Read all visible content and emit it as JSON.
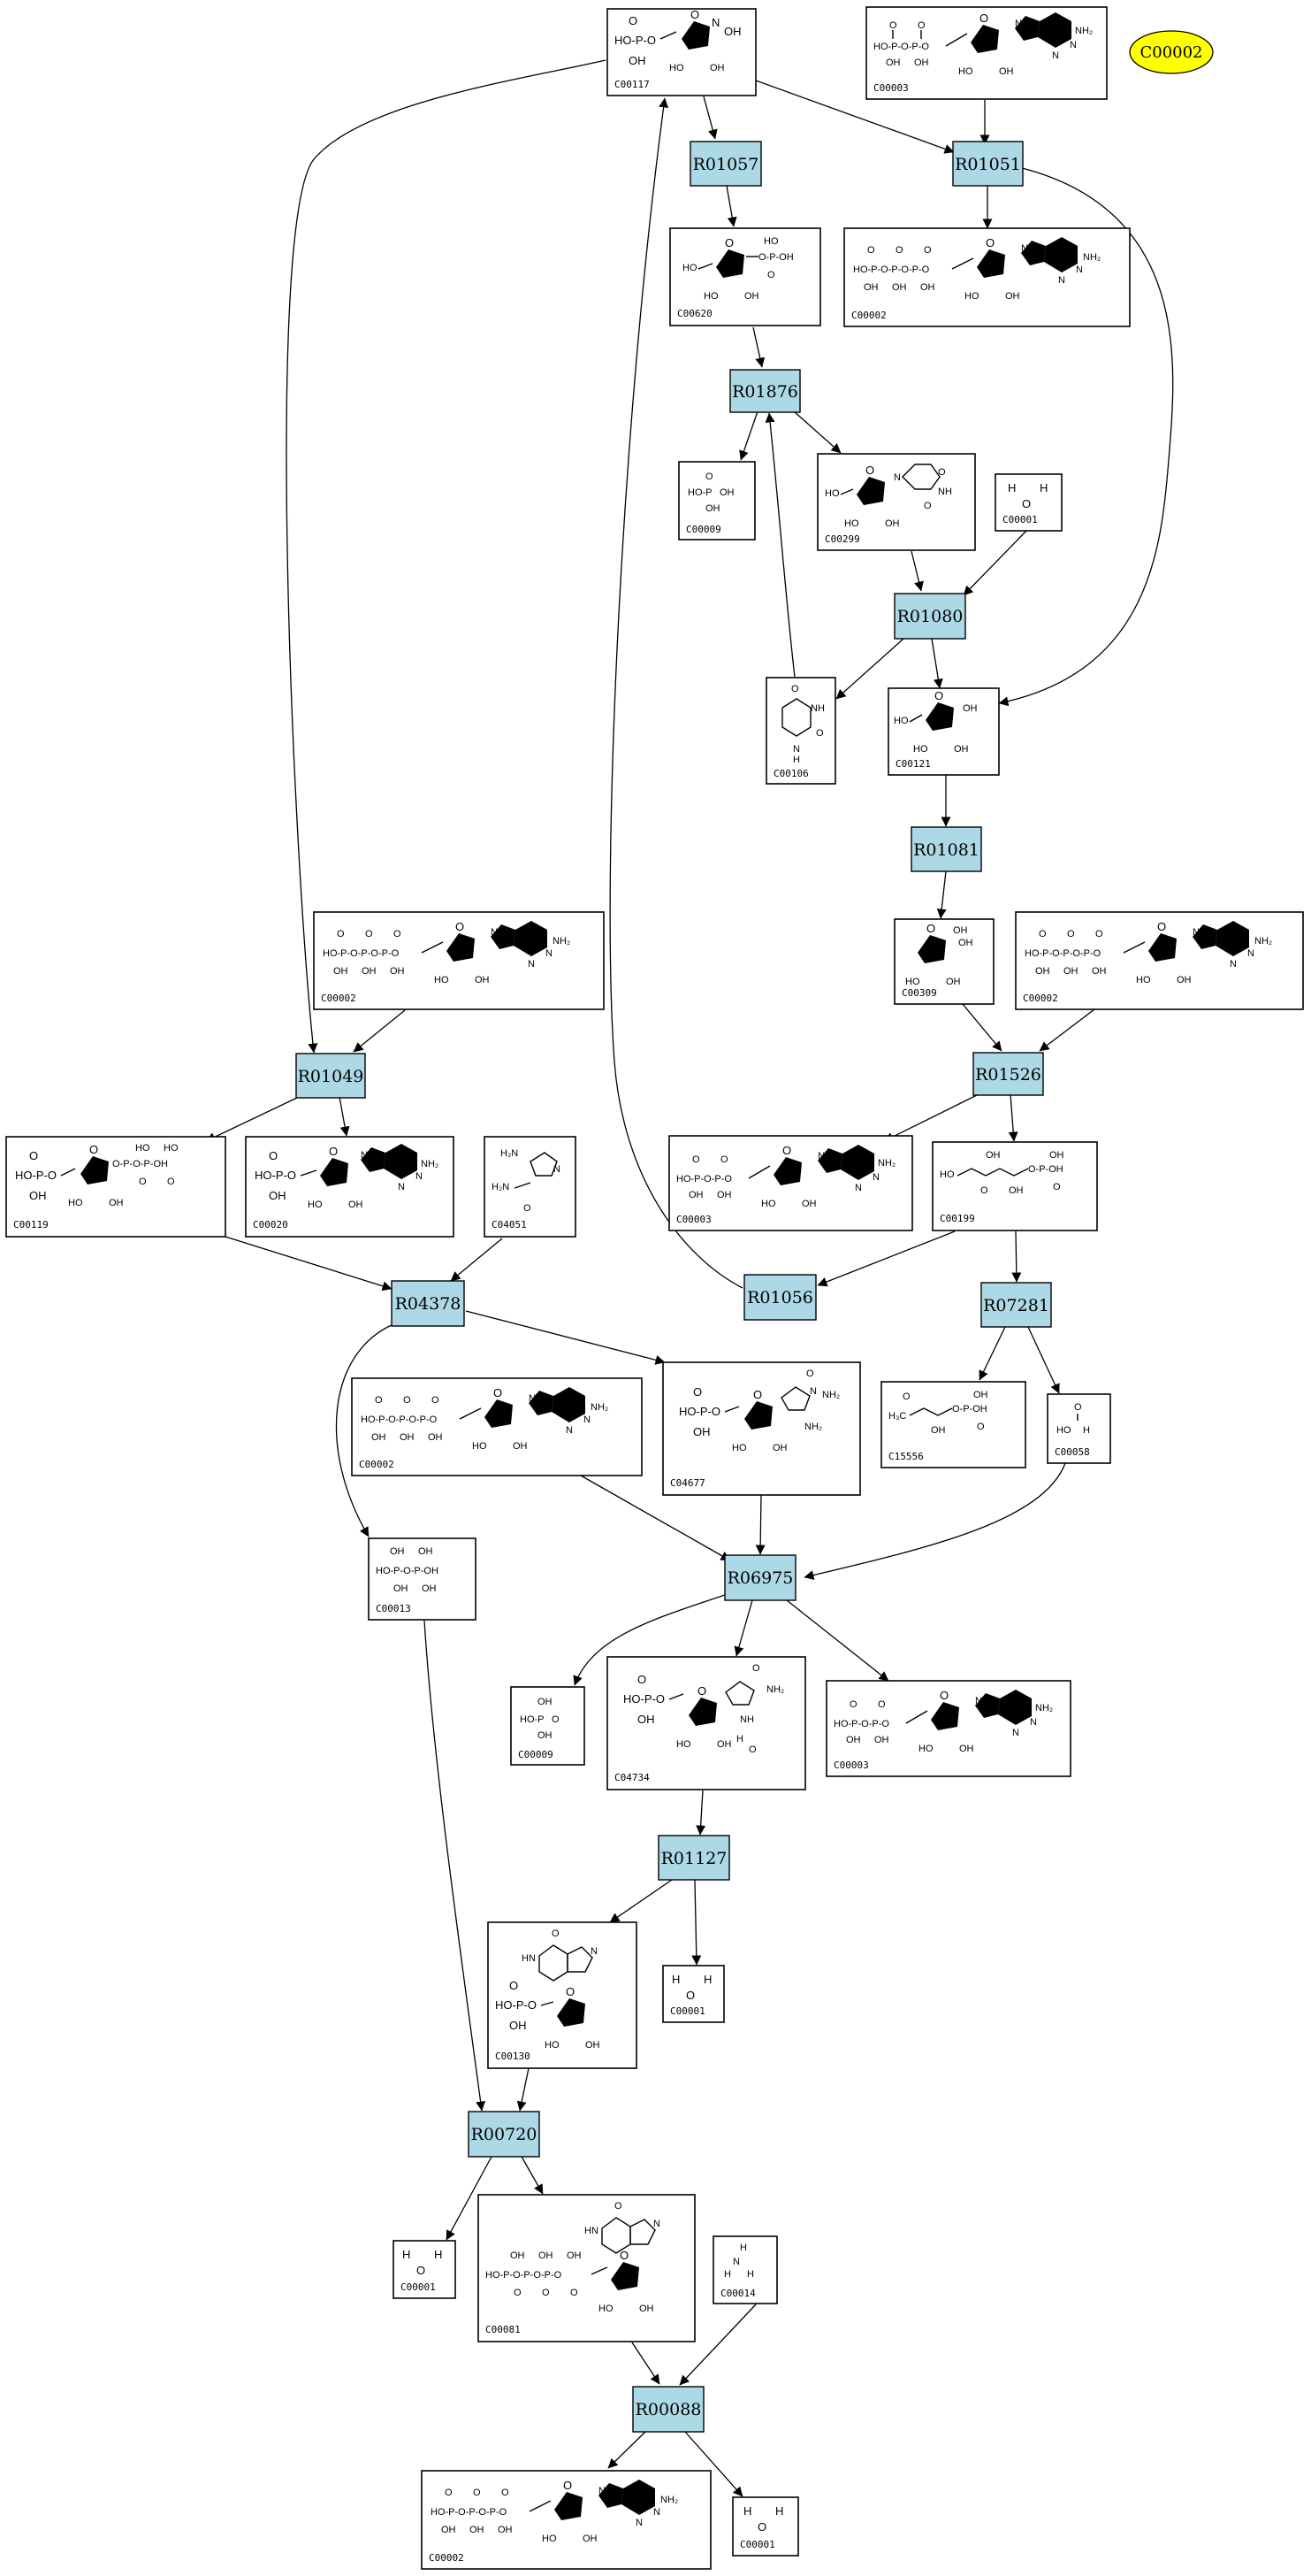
{
  "legend_node": {
    "label": "C00002",
    "color": "#ffff00"
  },
  "colors": {
    "reaction_fill": "#add8e6",
    "compound_fill": "#ffffff",
    "stroke": "#000000"
  },
  "reactions": [
    {
      "id": "R01057",
      "label": "R01057"
    },
    {
      "id": "R01051",
      "label": "R01051"
    },
    {
      "id": "R01876",
      "label": "R01876"
    },
    {
      "id": "R01080",
      "label": "R01080"
    },
    {
      "id": "R01081",
      "label": "R01081"
    },
    {
      "id": "R01049",
      "label": "R01049"
    },
    {
      "id": "R01526",
      "label": "R01526"
    },
    {
      "id": "R04378",
      "label": "R04378"
    },
    {
      "id": "R01056",
      "label": "R01056"
    },
    {
      "id": "R07281",
      "label": "R07281"
    },
    {
      "id": "R06975",
      "label": "R06975"
    },
    {
      "id": "R01127",
      "label": "R01127"
    },
    {
      "id": "R00720",
      "label": "R00720"
    },
    {
      "id": "R00088",
      "label": "R00088"
    }
  ],
  "compounds": [
    {
      "id": "n_c00117",
      "label": "C00117",
      "structure": "ribose-5-phosphate"
    },
    {
      "id": "n_c00003a",
      "label": "C00003",
      "structure": "nucleotide-2P"
    },
    {
      "id": "n_c00620",
      "label": "C00620",
      "structure": "ribose-1-phosphate"
    },
    {
      "id": "n_c00002a",
      "label": "C00002",
      "structure": "nucleotide-3P"
    },
    {
      "id": "n_c00009a",
      "label": "C00009",
      "structure": "phosphate"
    },
    {
      "id": "n_c00299",
      "label": "C00299",
      "structure": "uridine"
    },
    {
      "id": "n_c00001a",
      "label": "C00001",
      "structure": "water"
    },
    {
      "id": "n_c00106",
      "label": "C00106",
      "structure": "uracil"
    },
    {
      "id": "n_c00121",
      "label": "C00121",
      "structure": "ribose"
    },
    {
      "id": "n_c00002b",
      "label": "C00002",
      "structure": "nucleotide-3P"
    },
    {
      "id": "n_c00309",
      "label": "C00309",
      "structure": "ribulose"
    },
    {
      "id": "n_c00002c",
      "label": "C00002",
      "structure": "nucleotide-3P"
    },
    {
      "id": "n_c00119",
      "label": "C00119",
      "structure": "prpp"
    },
    {
      "id": "n_c00020",
      "label": "C00020",
      "structure": "nucleotide-1P"
    },
    {
      "id": "n_c04051",
      "label": "C04051",
      "structure": "aminoimidazole-carboxamide"
    },
    {
      "id": "n_c00003b",
      "label": "C00003",
      "structure": "nucleotide-2P"
    },
    {
      "id": "n_c00199",
      "label": "C00199",
      "structure": "ribulose-5-phosphate"
    },
    {
      "id": "n_c00002d",
      "label": "C00002",
      "structure": "nucleotide-3P"
    },
    {
      "id": "n_c04677",
      "label": "C04677",
      "structure": "aicar"
    },
    {
      "id": "n_c15556",
      "label": "C15556",
      "structure": "hydroxy-oxobutyl-phosphate"
    },
    {
      "id": "n_c00058",
      "label": "C00058",
      "structure": "formate"
    },
    {
      "id": "n_c00013",
      "label": "C00013",
      "structure": "diphosphate"
    },
    {
      "id": "n_c00009b",
      "label": "C00009",
      "structure": "phosphate"
    },
    {
      "id": "n_c04734",
      "label": "C04734",
      "structure": "faicar"
    },
    {
      "id": "n_c00003c",
      "label": "C00003",
      "structure": "nucleotide-2P"
    },
    {
      "id": "n_c00130",
      "label": "C00130",
      "structure": "imp"
    },
    {
      "id": "n_c00001b",
      "label": "C00001",
      "structure": "water"
    },
    {
      "id": "n_c00001c",
      "label": "C00001",
      "structure": "water"
    },
    {
      "id": "n_c00081",
      "label": "C00081",
      "structure": "itp"
    },
    {
      "id": "n_c00014",
      "label": "C00014",
      "structure": "ammonia"
    },
    {
      "id": "n_c00002e",
      "label": "C00002",
      "structure": "nucleotide-3P"
    },
    {
      "id": "n_c00001d",
      "label": "C00001",
      "structure": "water"
    }
  ],
  "edges": [
    {
      "from": "n_c00117",
      "to": "R01057"
    },
    {
      "from": "n_c00117",
      "to": "R01051"
    },
    {
      "from": "n_c00003a",
      "to": "R01051"
    },
    {
      "from": "R01051",
      "to": "n_c00002a"
    },
    {
      "from": "R01051",
      "to": "n_c00121"
    },
    {
      "from": "n_c00117",
      "to": "R01049"
    },
    {
      "from": "R01057",
      "to": "n_c00620"
    },
    {
      "from": "n_c00620",
      "to": "R01876"
    },
    {
      "from": "R01876",
      "to": "n_c00009a"
    },
    {
      "from": "R01876",
      "to": "n_c00299"
    },
    {
      "from": "n_c00106",
      "to": "R01876"
    },
    {
      "from": "n_c00299",
      "to": "R01080"
    },
    {
      "from": "n_c00001a",
      "to": "R01080"
    },
    {
      "from": "R01080",
      "to": "n_c00106"
    },
    {
      "from": "R01080",
      "to": "n_c00121"
    },
    {
      "from": "n_c00121",
      "to": "R01081"
    },
    {
      "from": "R01081",
      "to": "n_c00309"
    },
    {
      "from": "n_c00309",
      "to": "R01526"
    },
    {
      "from": "n_c00002c",
      "to": "R01526"
    },
    {
      "from": "R01526",
      "to": "n_c00003b"
    },
    {
      "from": "R01526",
      "to": "n_c00199"
    },
    {
      "from": "n_c00199",
      "to": "R01056"
    },
    {
      "from": "R01056",
      "to": "n_c00117"
    },
    {
      "from": "n_c00199",
      "to": "R07281"
    },
    {
      "from": "R07281",
      "to": "n_c15556"
    },
    {
      "from": "R07281",
      "to": "n_c00058"
    },
    {
      "from": "n_c00002b",
      "to": "R01049"
    },
    {
      "from": "R01049",
      "to": "n_c00119"
    },
    {
      "from": "R01049",
      "to": "n_c00020"
    },
    {
      "from": "n_c00119",
      "to": "R04378"
    },
    {
      "from": "n_c04051",
      "to": "R04378"
    },
    {
      "from": "R04378",
      "to": "n_c04677"
    },
    {
      "from": "R04378",
      "to": "n_c00013"
    },
    {
      "from": "n_c00002d",
      "to": "R06975"
    },
    {
      "from": "n_c04677",
      "to": "R06975"
    },
    {
      "from": "n_c00058",
      "to": "R06975"
    },
    {
      "from": "R06975",
      "to": "n_c00009b"
    },
    {
      "from": "R06975",
      "to": "n_c04734"
    },
    {
      "from": "R06975",
      "to": "n_c00003c"
    },
    {
      "from": "n_c04734",
      "to": "R01127"
    },
    {
      "from": "R01127",
      "to": "n_c00130"
    },
    {
      "from": "R01127",
      "to": "n_c00001b"
    },
    {
      "from": "n_c00130",
      "to": "R00720"
    },
    {
      "from": "n_c00013",
      "to": "R00720"
    },
    {
      "from": "R00720",
      "to": "n_c00001c"
    },
    {
      "from": "R00720",
      "to": "n_c00081"
    },
    {
      "from": "n_c00081",
      "to": "R00088"
    },
    {
      "from": "n_c00014",
      "to": "R00088"
    },
    {
      "from": "R00088",
      "to": "n_c00002e"
    },
    {
      "from": "R00088",
      "to": "n_c00001d"
    }
  ],
  "chem_labels": {
    "HO": "HO",
    "OH": "OH",
    "O": "O",
    "P": "P",
    "H": "H",
    "N": "N",
    "NH": "NH",
    "NH2": "NH₂",
    "H2N": "H₂N",
    "H3C": "H₃C",
    "HN": "HN",
    "OHP": "HO-P"
  }
}
